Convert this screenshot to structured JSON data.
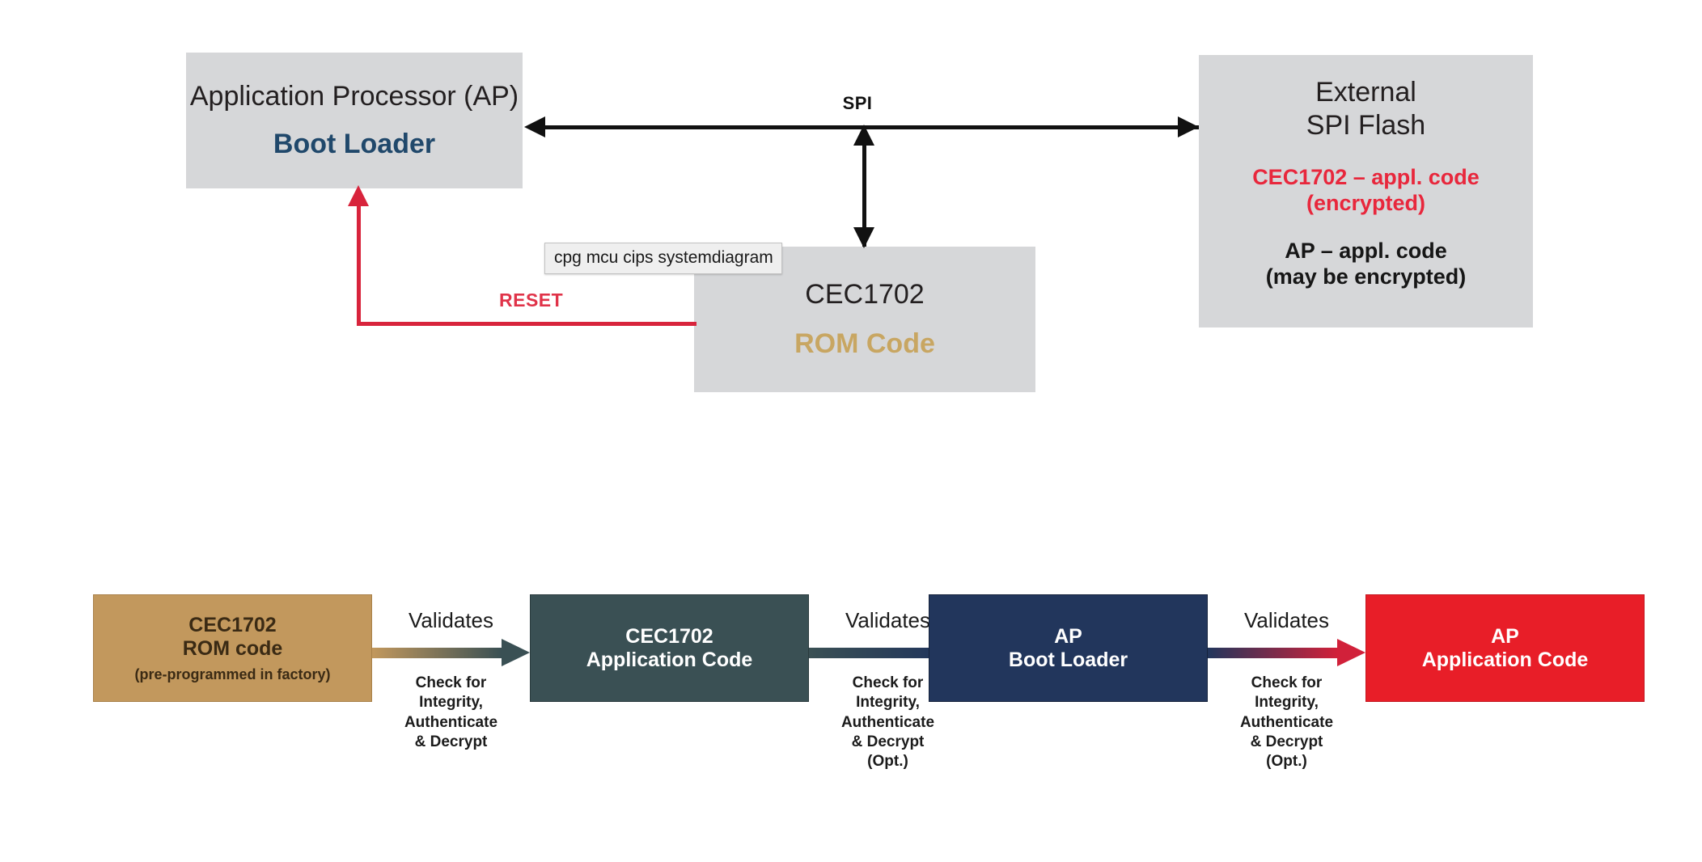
{
  "tooltip": {
    "text": "cpg mcu cips systemdiagram"
  },
  "top_diagram": {
    "blocks": {
      "application_processor": {
        "title": "Application Processor (AP)",
        "subtitle": "Boot Loader"
      },
      "cec1702": {
        "title": "CEC1702",
        "subtitle": "ROM Code"
      },
      "external_spi_flash": {
        "title": "External\nSPI Flash",
        "red_text": "CEC1702 – appl. code\n(encrypted)",
        "black_text": "AP – appl. code\n(may be encrypted)"
      }
    },
    "connections": {
      "spi_label": "SPI",
      "reset_label": "RESET"
    }
  },
  "bottom_flow": {
    "steps": [
      {
        "main": "CEC1702\nROM code",
        "note": "(pre-programmed in factory)",
        "fill": "#c2985d",
        "text_color": "#3a2a14"
      },
      {
        "main": "CEC1702\nApplication Code",
        "note": "",
        "fill": "#3a5054",
        "text_color": "#ffffff"
      },
      {
        "main": "AP\nBoot Loader",
        "note": "",
        "fill": "#22365c",
        "text_color": "#ffffff"
      },
      {
        "main": "AP\nApplication Code",
        "note": "",
        "fill": "#e81e28",
        "text_color": "#ffffff"
      }
    ],
    "arrows": [
      {
        "label": "Validates",
        "detail": "Check for\nIntegrity,\nAuthenticate\n& Decrypt",
        "from_color": "#c2985d",
        "to_color": "#3a5054"
      },
      {
        "label": "Validates",
        "detail": "Check for\nIntegrity,\nAuthenticate\n& Decrypt\n(Opt.)",
        "from_color": "#3a5054",
        "to_color": "#22365c"
      },
      {
        "label": "Validates",
        "detail": "Check for\nIntegrity,\nAuthenticate\n& Decrypt\n(Opt.)",
        "from_color": "#22365c",
        "to_color": "#e81e28"
      }
    ]
  },
  "colors": {
    "grey_block": "#d6d7d9",
    "accent_red": "#e8273c",
    "accent_blue": "#20486b",
    "accent_gold": "#c8a662",
    "reset_red": "#d8243c",
    "line_black": "#111111"
  }
}
